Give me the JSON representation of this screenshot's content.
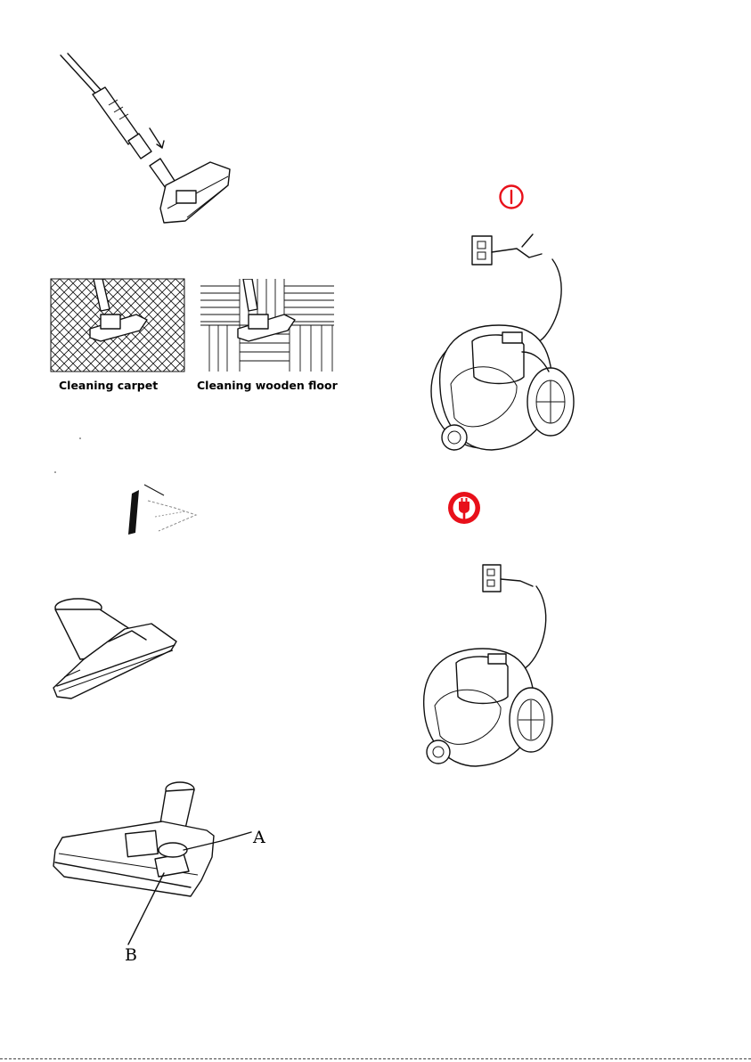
{
  "figures": {
    "carpet": {
      "caption": "Cleaning carpet"
    },
    "wooden": {
      "caption": "Cleaning wooden floor"
    },
    "floor_brush": {
      "label_a": "A",
      "label_b": "B"
    }
  },
  "icons": {
    "power_on": "power-switch-icon",
    "unplug": "plug-icon"
  },
  "colors": {
    "icon_red": "#e8101a",
    "line": "#111111"
  }
}
